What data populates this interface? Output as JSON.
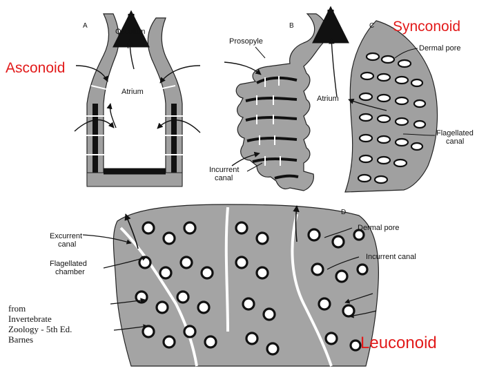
{
  "titles": {
    "asconoid": "Asconoid",
    "synconoid": "Synconoid",
    "leuconoid": "Leuconoid"
  },
  "panels": {
    "a": "A",
    "b": "B",
    "c": "C",
    "d": "D"
  },
  "labels": {
    "osculum": "Osculum",
    "atrium_a": "Atrium",
    "prosopyle": "Prosopyle",
    "dermal_pore_c": "Dermal pore",
    "atrium_b": "Atrium",
    "flagellated_canal": [
      "Flagellated",
      "canal"
    ],
    "incurrent_canal_b": [
      "Incurrent",
      "canal"
    ],
    "excurrent_canal": [
      "Excurrent",
      "canal"
    ],
    "flagellated_chamber": [
      "Flagellated",
      "chamber"
    ],
    "dermal_pore_d": "Dermal pore",
    "incurrent_canal_d": "Incurrent canal"
  },
  "credit": [
    "from",
    "Invertebrate",
    "Zoology - 5th Ed.",
    "Barnes"
  ],
  "colors": {
    "title_red": "#e21a1a",
    "tissue": "#9a9a9a",
    "tissue_dark": "#1a1a1a",
    "background": "#ffffff"
  }
}
